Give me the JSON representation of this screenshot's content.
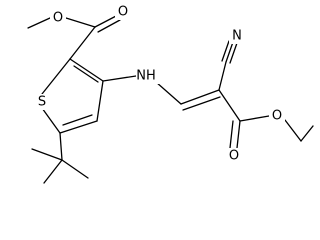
{
  "structure": {
    "atom_labels": {
      "ring_sulfur": "S",
      "amine_nh": "NH",
      "nitrile_n": "N",
      "ester1_carbonyl_o": "O",
      "ester1_ether_o": "O",
      "ester2_carbonyl_o": "O",
      "ester2_ether_o": "O"
    },
    "colors": {
      "bond": "#000000",
      "label": "#000000",
      "background": "#ffffff"
    }
  }
}
